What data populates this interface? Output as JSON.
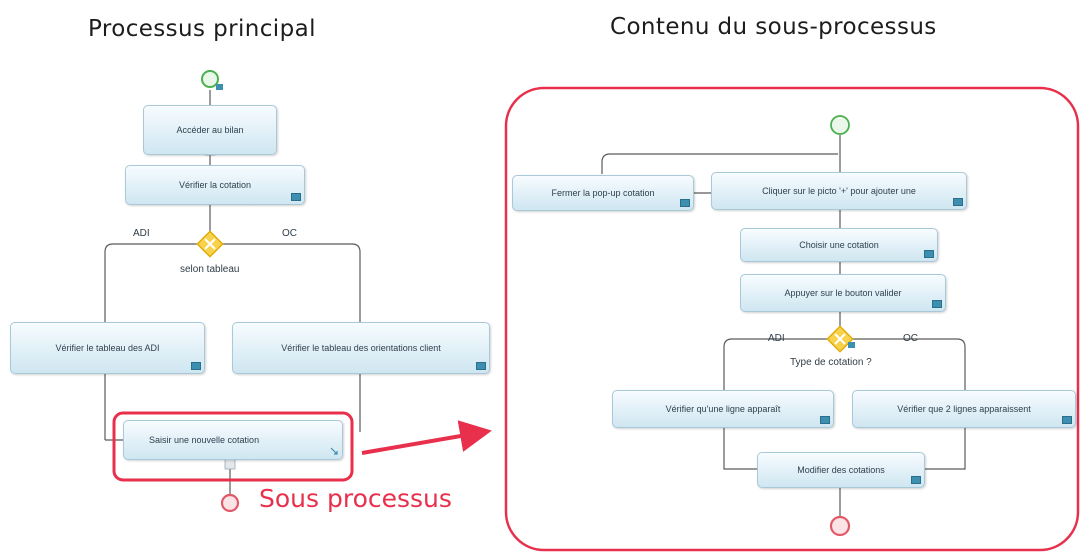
{
  "titles": {
    "main": "Processus principal",
    "sub": "Contenu du sous-processus"
  },
  "main_process": {
    "tasks": [
      "Accéder au bilan",
      "Vérifier la cotation",
      "Vérifier le tableau des ADI",
      "Vérifier le tableau des orientations client",
      "Saisir une nouvelle cotation"
    ],
    "gateway_label": "selon tableau",
    "branch_left": "ADI",
    "branch_right": "OC",
    "subprocess_label": "Sous processus"
  },
  "sub_process": {
    "tasks": [
      "Fermer la pop-up cotation",
      "Cliquer sur le picto '+' pour ajouter une",
      "Choisir une cotation",
      "Appuyer sur le bouton valider",
      "Vérifier qu'une ligne apparaît",
      "Vérifier que 2 lignes apparaissent",
      "Modifier des cotations"
    ],
    "gateway_label": "Type de cotation ?",
    "branch_left": "ADI",
    "branch_right": "OC"
  },
  "colors": {
    "highlight": "#e8304c",
    "start_event": "#4caf50",
    "end_event": "#e05a6a",
    "gateway": "#f5c518",
    "connector": "#5a5a5a",
    "task_border": "#a9c8d8"
  }
}
